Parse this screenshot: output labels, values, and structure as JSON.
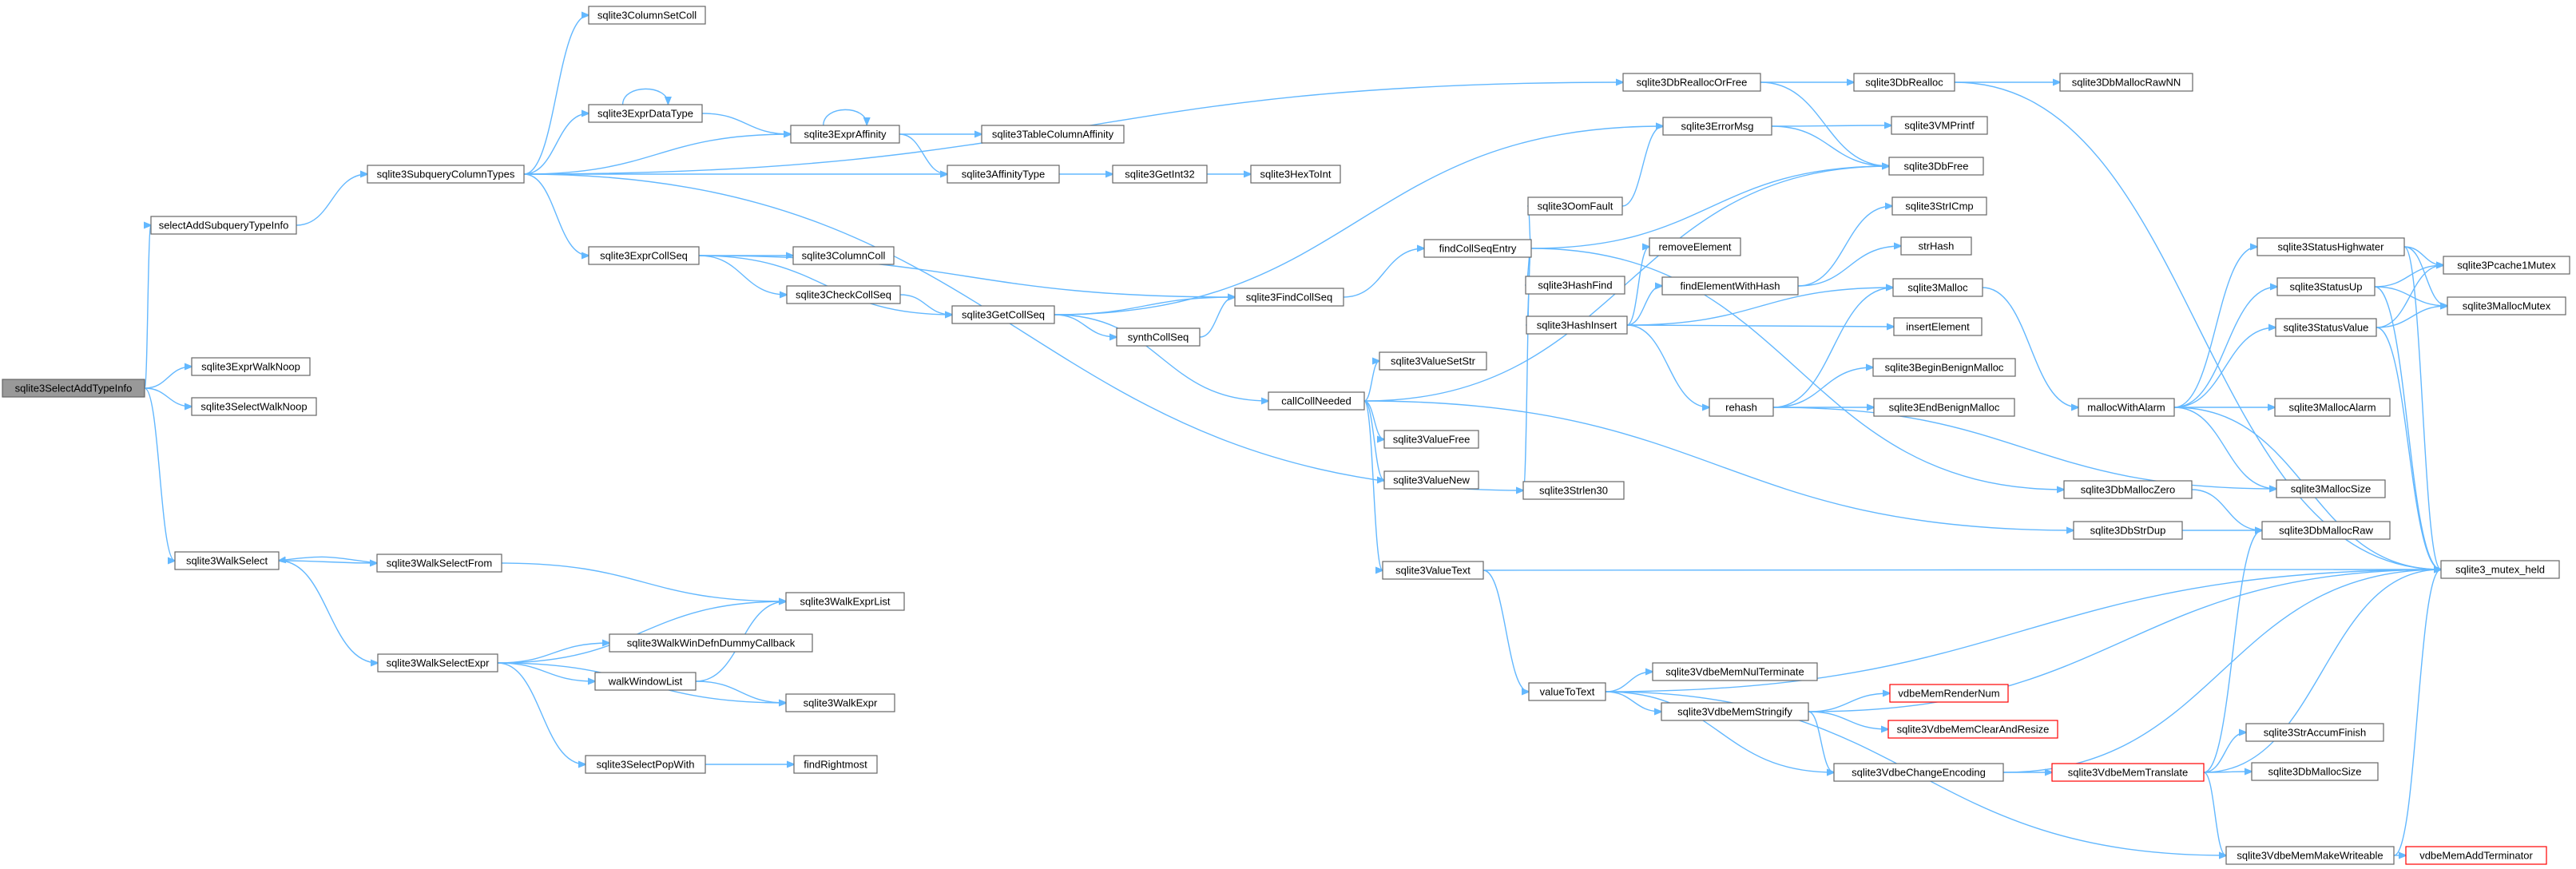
{
  "colors": {
    "edge": "#63b8ff",
    "node_border": "#666666",
    "root_fill": "#999999",
    "error_border": "#ff0000"
  },
  "nodes": [
    {
      "id": "root",
      "label": "sqlite3SelectAddTypeInfo",
      "kind": "root"
    },
    {
      "id": "selectAddSubqueryTypeInfo",
      "label": "selectAddSubqueryTypeInfo"
    },
    {
      "id": "exprWalkNoop",
      "label": "sqlite3ExprWalkNoop"
    },
    {
      "id": "selectWalkNoop",
      "label": "sqlite3SelectWalkNoop"
    },
    {
      "id": "walkSelect",
      "label": "sqlite3WalkSelect"
    },
    {
      "id": "subqueryColumnTypes",
      "label": "sqlite3SubqueryColumnTypes"
    },
    {
      "id": "walkSelectFrom",
      "label": "sqlite3WalkSelectFrom"
    },
    {
      "id": "walkSelectExpr",
      "label": "sqlite3WalkSelectExpr"
    },
    {
      "id": "columnSetColl",
      "label": "sqlite3ColumnSetColl"
    },
    {
      "id": "exprDataType",
      "label": "sqlite3ExprDataType"
    },
    {
      "id": "exprCollSeq",
      "label": "sqlite3ExprCollSeq"
    },
    {
      "id": "walkExprList",
      "label": "sqlite3WalkExprList"
    },
    {
      "id": "walkWinDefn",
      "label": "sqlite3WalkWinDefnDummyCallback"
    },
    {
      "id": "walkWindowList",
      "label": "walkWindowList"
    },
    {
      "id": "walkExpr",
      "label": "sqlite3WalkExpr"
    },
    {
      "id": "selectPopWith",
      "label": "sqlite3SelectPopWith"
    },
    {
      "id": "findRightmost",
      "label": "findRightmost"
    },
    {
      "id": "exprAffinity",
      "label": "sqlite3ExprAffinity"
    },
    {
      "id": "tableColumnAffinity",
      "label": "sqlite3TableColumnAffinity"
    },
    {
      "id": "affinityType",
      "label": "sqlite3AffinityType"
    },
    {
      "id": "getInt32",
      "label": "sqlite3GetInt32"
    },
    {
      "id": "hexToInt",
      "label": "sqlite3HexToInt"
    },
    {
      "id": "columnColl",
      "label": "sqlite3ColumnColl"
    },
    {
      "id": "checkCollSeq",
      "label": "sqlite3CheckCollSeq"
    },
    {
      "id": "getCollSeq",
      "label": "sqlite3GetCollSeq"
    },
    {
      "id": "synthCollSeq",
      "label": "synthCollSeq"
    },
    {
      "id": "findCollSeq",
      "label": "sqlite3FindCollSeq"
    },
    {
      "id": "callCollNeeded",
      "label": "callCollNeeded"
    },
    {
      "id": "dbReallocOrFree",
      "label": "sqlite3DbReallocOrFree"
    },
    {
      "id": "dbRealloc",
      "label": "sqlite3DbRealloc"
    },
    {
      "id": "dbMallocRawNN",
      "label": "sqlite3DbMallocRawNN"
    },
    {
      "id": "errorMsg",
      "label": "sqlite3ErrorMsg"
    },
    {
      "id": "vmPrintf",
      "label": "sqlite3VMPrintf"
    },
    {
      "id": "dbFree",
      "label": "sqlite3DbFree"
    },
    {
      "id": "oomFault",
      "label": "sqlite3OomFault"
    },
    {
      "id": "findCollSeqEntry",
      "label": "findCollSeqEntry"
    },
    {
      "id": "hashFind",
      "label": "sqlite3HashFind"
    },
    {
      "id": "hashInsert",
      "label": "sqlite3HashInsert"
    },
    {
      "id": "strICmp",
      "label": "sqlite3StrICmp"
    },
    {
      "id": "removeElement",
      "label": "removeElement"
    },
    {
      "id": "strHash",
      "label": "strHash"
    },
    {
      "id": "findElementWithHash",
      "label": "findElementWithHash"
    },
    {
      "id": "sqlite3Malloc",
      "label": "sqlite3Malloc"
    },
    {
      "id": "insertElement",
      "label": "insertElement"
    },
    {
      "id": "rehash",
      "label": "rehash"
    },
    {
      "id": "beginBenignMalloc",
      "label": "sqlite3BeginBenignMalloc"
    },
    {
      "id": "endBenignMalloc",
      "label": "sqlite3EndBenignMalloc"
    },
    {
      "id": "valueSetStr",
      "label": "sqlite3ValueSetStr"
    },
    {
      "id": "valueFree",
      "label": "sqlite3ValueFree"
    },
    {
      "id": "valueNew",
      "label": "sqlite3ValueNew"
    },
    {
      "id": "strlen30",
      "label": "sqlite3Strlen30"
    },
    {
      "id": "valueText",
      "label": "sqlite3ValueText"
    },
    {
      "id": "valueToText",
      "label": "valueToText"
    },
    {
      "id": "vdbeMemNulTerminate",
      "label": "sqlite3VdbeMemNulTerminate"
    },
    {
      "id": "vdbeMemStringify",
      "label": "sqlite3VdbeMemStringify"
    },
    {
      "id": "vdbeChangeEncoding",
      "label": "sqlite3VdbeChangeEncoding"
    },
    {
      "id": "vdbeMemRenderNum",
      "label": "vdbeMemRenderNum",
      "kind": "red"
    },
    {
      "id": "vdbeMemClearAndResize",
      "label": "sqlite3VdbeMemClearAndResize",
      "kind": "red"
    },
    {
      "id": "vdbeMemTranslate",
      "label": "sqlite3VdbeMemTranslate",
      "kind": "red"
    },
    {
      "id": "vdbeMemMakeWriteable",
      "label": "sqlite3VdbeMemMakeWriteable"
    },
    {
      "id": "vdbeMemAddTerminator",
      "label": "vdbeMemAddTerminator",
      "kind": "red"
    },
    {
      "id": "strAccumFinish",
      "label": "sqlite3StrAccumFinish"
    },
    {
      "id": "dbMallocSize",
      "label": "sqlite3DbMallocSize"
    },
    {
      "id": "dbMallocZero",
      "label": "sqlite3DbMallocZero"
    },
    {
      "id": "dbStrDup",
      "label": "sqlite3DbStrDup"
    },
    {
      "id": "dbMallocRaw",
      "label": "sqlite3DbMallocRaw"
    },
    {
      "id": "mallocWithAlarm",
      "label": "mallocWithAlarm"
    },
    {
      "id": "statusHighwater",
      "label": "sqlite3StatusHighwater"
    },
    {
      "id": "statusUp",
      "label": "sqlite3StatusUp"
    },
    {
      "id": "statusValue",
      "label": "sqlite3StatusValue"
    },
    {
      "id": "mallocAlarm",
      "label": "sqlite3MallocAlarm"
    },
    {
      "id": "mallocSize",
      "label": "sqlite3MallocSize"
    },
    {
      "id": "pcache1Mutex",
      "label": "sqlite3Pcache1Mutex"
    },
    {
      "id": "mallocMutex",
      "label": "sqlite3MallocMutex"
    },
    {
      "id": "mutexHeld",
      "label": "sqlite3_mutex_held"
    }
  ],
  "edges": [
    [
      "root",
      "selectAddSubqueryTypeInfo"
    ],
    [
      "root",
      "exprWalkNoop"
    ],
    [
      "root",
      "selectWalkNoop"
    ],
    [
      "root",
      "walkSelect"
    ],
    [
      "selectAddSubqueryTypeInfo",
      "subqueryColumnTypes"
    ],
    [
      "subqueryColumnTypes",
      "columnSetColl"
    ],
    [
      "subqueryColumnTypes",
      "dbReallocOrFree"
    ],
    [
      "subqueryColumnTypes",
      "exprDataType"
    ],
    [
      "subqueryColumnTypes",
      "exprAffinity"
    ],
    [
      "subqueryColumnTypes",
      "affinityType"
    ],
    [
      "subqueryColumnTypes",
      "exprCollSeq"
    ],
    [
      "subqueryColumnTypes",
      "strlen30"
    ],
    [
      "exprDataType",
      "exprDataType"
    ],
    [
      "exprDataType",
      "exprAffinity"
    ],
    [
      "exprAffinity",
      "exprAffinity"
    ],
    [
      "exprAffinity",
      "tableColumnAffinity"
    ],
    [
      "exprAffinity",
      "affinityType"
    ],
    [
      "affinityType",
      "getInt32"
    ],
    [
      "getInt32",
      "hexToInt"
    ],
    [
      "exprCollSeq",
      "columnColl"
    ],
    [
      "exprCollSeq",
      "checkCollSeq"
    ],
    [
      "exprCollSeq",
      "getCollSeq"
    ],
    [
      "exprCollSeq",
      "findCollSeq"
    ],
    [
      "checkCollSeq",
      "getCollSeq"
    ],
    [
      "getCollSeq",
      "findCollSeq"
    ],
    [
      "getCollSeq",
      "synthCollSeq"
    ],
    [
      "getCollSeq",
      "callCollNeeded"
    ],
    [
      "getCollSeq",
      "errorMsg"
    ],
    [
      "synthCollSeq",
      "findCollSeq"
    ],
    [
      "findCollSeq",
      "findCollSeqEntry"
    ],
    [
      "findCollSeqEntry",
      "oomFault"
    ],
    [
      "findCollSeqEntry",
      "dbFree"
    ],
    [
      "findCollSeqEntry",
      "hashFind"
    ],
    [
      "findCollSeqEntry",
      "hashInsert"
    ],
    [
      "findCollSeqEntry",
      "strlen30"
    ],
    [
      "findCollSeqEntry",
      "dbMallocZero"
    ],
    [
      "callCollNeeded",
      "dbFree"
    ],
    [
      "callCollNeeded",
      "valueSetStr"
    ],
    [
      "callCollNeeded",
      "valueFree"
    ],
    [
      "callCollNeeded",
      "valueNew"
    ],
    [
      "callCollNeeded",
      "valueText"
    ],
    [
      "callCollNeeded",
      "dbStrDup"
    ],
    [
      "dbReallocOrFree",
      "dbRealloc"
    ],
    [
      "dbReallocOrFree",
      "dbFree"
    ],
    [
      "dbRealloc",
      "dbMallocRawNN"
    ],
    [
      "dbRealloc",
      "mutexHeld"
    ],
    [
      "errorMsg",
      "vmPrintf"
    ],
    [
      "errorMsg",
      "dbFree"
    ],
    [
      "oomFault",
      "errorMsg"
    ],
    [
      "hashInsert",
      "removeElement"
    ],
    [
      "hashInsert",
      "findElementWithHash"
    ],
    [
      "hashInsert",
      "sqlite3Malloc"
    ],
    [
      "hashInsert",
      "insertElement"
    ],
    [
      "hashInsert",
      "rehash"
    ],
    [
      "findElementWithHash",
      "strICmp"
    ],
    [
      "findElementWithHash",
      "strHash"
    ],
    [
      "rehash",
      "sqlite3Malloc"
    ],
    [
      "rehash",
      "beginBenignMalloc"
    ],
    [
      "rehash",
      "endBenignMalloc"
    ],
    [
      "rehash",
      "mallocSize"
    ],
    [
      "sqlite3Malloc",
      "mallocWithAlarm"
    ],
    [
      "mallocWithAlarm",
      "statusHighwater"
    ],
    [
      "mallocWithAlarm",
      "statusUp"
    ],
    [
      "mallocWithAlarm",
      "statusValue"
    ],
    [
      "mallocWithAlarm",
      "mallocAlarm"
    ],
    [
      "mallocWithAlarm",
      "mallocSize"
    ],
    [
      "mallocWithAlarm",
      "mutexHeld"
    ],
    [
      "statusHighwater",
      "pcache1Mutex"
    ],
    [
      "statusHighwater",
      "mallocMutex"
    ],
    [
      "statusHighwater",
      "mutexHeld"
    ],
    [
      "statusUp",
      "pcache1Mutex"
    ],
    [
      "statusUp",
      "mallocMutex"
    ],
    [
      "statusUp",
      "mutexHeld"
    ],
    [
      "statusValue",
      "pcache1Mutex"
    ],
    [
      "statusValue",
      "mallocMutex"
    ],
    [
      "statusValue",
      "mutexHeld"
    ],
    [
      "dbMallocZero",
      "dbMallocRaw"
    ],
    [
      "dbStrDup",
      "dbMallocRaw"
    ],
    [
      "valueText",
      "mutexHeld"
    ],
    [
      "valueText",
      "valueToText"
    ],
    [
      "valueToText",
      "vdbeMemNulTerminate"
    ],
    [
      "valueToText",
      "vdbeMemStringify"
    ],
    [
      "valueToText",
      "vdbeChangeEncoding"
    ],
    [
      "valueToText",
      "vdbeMemMakeWriteable"
    ],
    [
      "valueToText",
      "mutexHeld"
    ],
    [
      "vdbeMemStringify",
      "vdbeMemRenderNum"
    ],
    [
      "vdbeMemStringify",
      "vdbeMemClearAndResize"
    ],
    [
      "vdbeMemStringify",
      "vdbeChangeEncoding"
    ],
    [
      "vdbeMemStringify",
      "mutexHeld"
    ],
    [
      "vdbeChangeEncoding",
      "vdbeMemTranslate"
    ],
    [
      "vdbeChangeEncoding",
      "mutexHeld"
    ],
    [
      "vdbeMemTranslate",
      "strAccumFinish"
    ],
    [
      "vdbeMemTranslate",
      "dbMallocSize"
    ],
    [
      "vdbeMemTranslate",
      "vdbeMemMakeWriteable"
    ],
    [
      "vdbeMemTranslate",
      "dbMallocRaw"
    ],
    [
      "vdbeMemTranslate",
      "mutexHeld"
    ],
    [
      "vdbeMemMakeWriteable",
      "vdbeMemAddTerminator"
    ],
    [
      "vdbeMemMakeWriteable",
      "mutexHeld"
    ],
    [
      "walkSelect",
      "walkSelectFrom"
    ],
    [
      "walkSelect",
      "walkSelectExpr"
    ],
    [
      "walkSelectFrom",
      "walkSelect"
    ],
    [
      "walkSelectFrom",
      "walkExprList"
    ],
    [
      "walkSelectExpr",
      "walkExprList"
    ],
    [
      "walkSelectExpr",
      "walkWinDefn"
    ],
    [
      "walkSelectExpr",
      "walkWindowList"
    ],
    [
      "walkSelectExpr",
      "walkExpr"
    ],
    [
      "walkSelectExpr",
      "selectPopWith"
    ],
    [
      "walkWindowList",
      "walkExprList"
    ],
    [
      "walkWindowList",
      "walkExpr"
    ],
    [
      "selectPopWith",
      "findRightmost"
    ]
  ]
}
